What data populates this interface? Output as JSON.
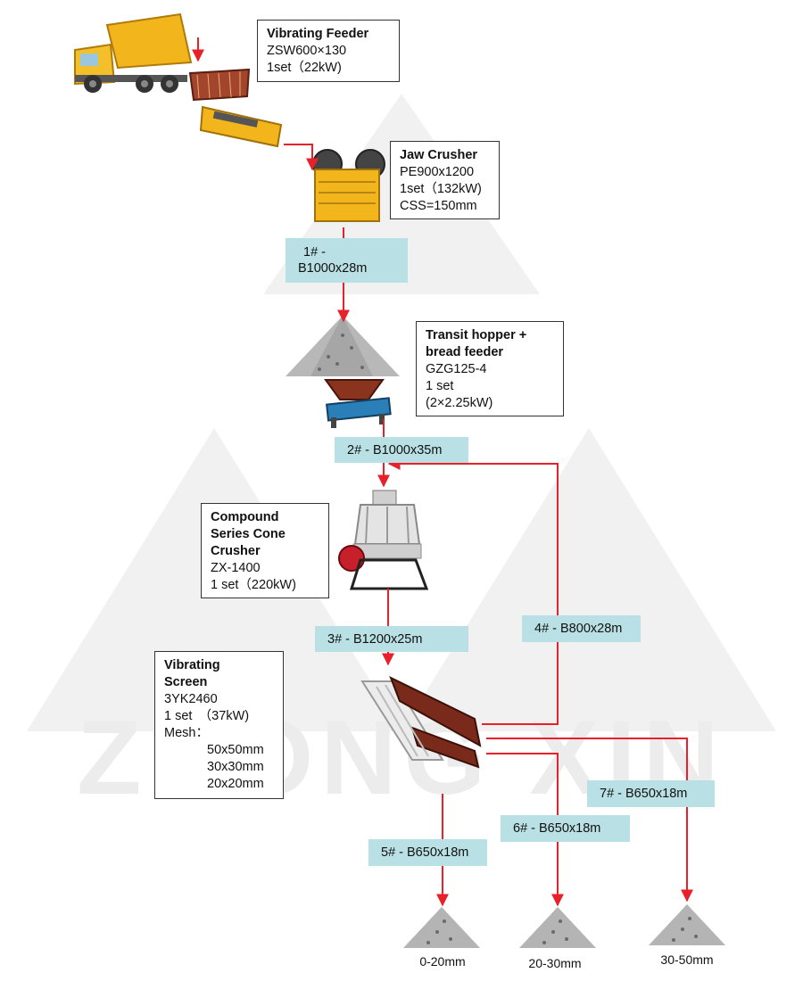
{
  "watermark": {
    "text": "ZHONG XIN"
  },
  "equipment": {
    "vibrating_feeder": {
      "title": "Vibrating Feeder",
      "lines": [
        "ZSW600×130",
        "1set（22kW)"
      ]
    },
    "jaw_crusher": {
      "title": "Jaw Crusher",
      "lines": [
        "PE900x1200",
        "1set（132kW)",
        "CSS=150mm"
      ]
    },
    "transit_hopper": {
      "title_lines": [
        "Transit hopper +",
        "bread feeder"
      ],
      "lines": [
        "GZG125-4",
        "1 set",
        "(2×2.25kW)"
      ]
    },
    "cone_crusher": {
      "title_lines": [
        "Compound",
        "Series Cone",
        "Crusher"
      ],
      "lines": [
        "ZX-1400",
        "1 set（220kW)"
      ]
    },
    "vibrating_screen": {
      "title_lines": [
        "Vibrating",
        "Screen"
      ],
      "lines": [
        "3YK2460",
        "1 set　（37kW)",
        "Mesh："
      ],
      "mesh": [
        "50x50mm",
        "30x30mm",
        "20x20mm"
      ]
    }
  },
  "belts": {
    "b1_lines": [
      "1# -",
      "B1000x28m"
    ],
    "b2": "2# - B1000x35m",
    "b3": "3# - B1200x25m",
    "b4": "4# - B800x28m",
    "b5": "5# - B650x18m",
    "b6": "6# - B650x18m",
    "b7": "7# - B650x18m"
  },
  "products": [
    "0-20mm",
    "20-30mm",
    "30-50mm"
  ],
  "colors": {
    "flow_line": "#e8202a",
    "belt_label": "#b9e0e4",
    "machine_yellow": "#f2b51c",
    "machine_frame": "#7a2a1a"
  }
}
